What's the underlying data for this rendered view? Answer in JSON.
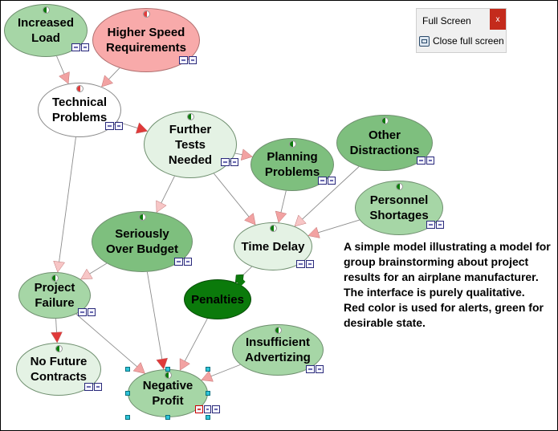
{
  "colors": {
    "alert": "#e03a3a",
    "alert_light": "#f2a2a2",
    "alert_pale": "#f7c6c6",
    "good": "#0c7a0c",
    "node_white": "#ffffff",
    "node_pale": "#e4f2e4",
    "node_light": "#a6d6a6",
    "node_mid": "#7ebf7e",
    "node_dark": "#0b7a0b",
    "node_pink": "#f8aaaa"
  },
  "fullscreen_panel": {
    "title": "Full Screen",
    "close_glyph": "x",
    "close_label": "Close full screen",
    "icon": "screen-icon"
  },
  "nodes": [
    {
      "id": "increased-load",
      "label": "Increased\nLoad"
    },
    {
      "id": "higher-speed-requirements",
      "label": "Higher Speed\nRequirements"
    },
    {
      "id": "technical-problems",
      "label": "Technical\nProblems"
    },
    {
      "id": "further-tests-needed",
      "label": "Further\nTests\nNeeded"
    },
    {
      "id": "planning-problems",
      "label": "Planning\nProblems"
    },
    {
      "id": "other-distractions",
      "label": "Other\nDistractions"
    },
    {
      "id": "personnel-shortages",
      "label": "Personnel\nShortages"
    },
    {
      "id": "seriously-over-budget",
      "label": "Seriously\nOver Budget"
    },
    {
      "id": "time-delay",
      "label": "Time Delay"
    },
    {
      "id": "project-failure",
      "label": "Project\nFailure"
    },
    {
      "id": "penalties",
      "label": "Penalties"
    },
    {
      "id": "insufficient-advertizing",
      "label": "Insufficient\nAdvertizing"
    },
    {
      "id": "no-future-contracts",
      "label": "No Future\nContracts"
    },
    {
      "id": "negative-profit",
      "label": "Negative\nProfit"
    }
  ],
  "edges": [
    {
      "from": "increased-load",
      "to": "technical-problems"
    },
    {
      "from": "higher-speed-requirements",
      "to": "technical-problems"
    },
    {
      "from": "technical-problems",
      "to": "further-tests-needed"
    },
    {
      "from": "technical-problems",
      "to": "project-failure"
    },
    {
      "from": "further-tests-needed",
      "to": "planning-problems"
    },
    {
      "from": "further-tests-needed",
      "to": "seriously-over-budget"
    },
    {
      "from": "further-tests-needed",
      "to": "time-delay"
    },
    {
      "from": "planning-problems",
      "to": "time-delay"
    },
    {
      "from": "other-distractions",
      "to": "time-delay"
    },
    {
      "from": "personnel-shortages",
      "to": "time-delay"
    },
    {
      "from": "seriously-over-budget",
      "to": "project-failure"
    },
    {
      "from": "seriously-over-budget",
      "to": "negative-profit"
    },
    {
      "from": "time-delay",
      "to": "penalties"
    },
    {
      "from": "project-failure",
      "to": "no-future-contracts"
    },
    {
      "from": "project-failure",
      "to": "negative-profit"
    },
    {
      "from": "penalties",
      "to": "negative-profit"
    },
    {
      "from": "insufficient-advertizing",
      "to": "negative-profit"
    }
  ],
  "description": [
    "A simple model illustrating a model for group brainstorming about project results for an airplane manufacturer. The interface is purely qualitative.",
    "Red color is used for alerts, green for desirable state."
  ]
}
